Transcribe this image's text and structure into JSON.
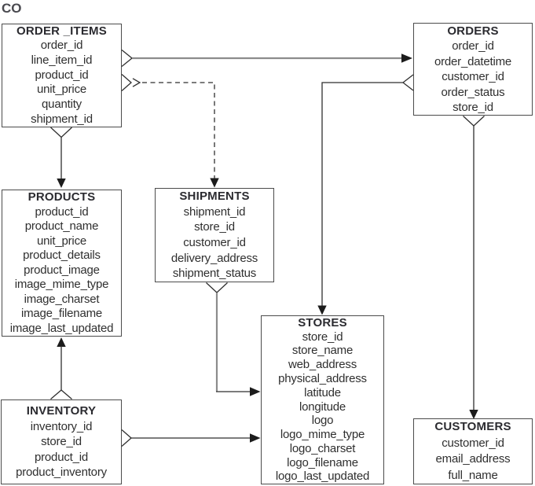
{
  "diagram": {
    "schema_label": "CO",
    "type": "entity-relationship-diagram"
  },
  "entities": [
    {
      "id": "order-items",
      "title": "ORDER _ITEMS",
      "fields": [
        "order_id",
        "line_item_id",
        "product_id",
        "unit_price",
        "quantity",
        "shipment_id"
      ]
    },
    {
      "id": "orders",
      "title": "ORDERS",
      "fields": [
        "order_id",
        "order_datetime",
        "customer_id",
        "order_status",
        "store_id"
      ]
    },
    {
      "id": "products",
      "title": "PRODUCTS",
      "fields": [
        "product_id",
        "product_name",
        "unit_price",
        "product_details",
        "product_image",
        "image_mime_type",
        "image_charset",
        "image_filename",
        "image_last_updated"
      ]
    },
    {
      "id": "shipments",
      "title": "SHIPMENTS",
      "fields": [
        "shipment_id",
        "store_id",
        "customer_id",
        "delivery_address",
        "shipment_status"
      ]
    },
    {
      "id": "stores",
      "title": "STORES",
      "fields": [
        "store_id",
        "store_name",
        "web_address",
        "physical_address",
        "latitude",
        "longitude",
        "logo",
        "logo_mime_type",
        "logo_charset",
        "logo_filename",
        "logo_last_updated"
      ]
    },
    {
      "id": "inventory",
      "title": "INVENTORY",
      "fields": [
        "inventory_id",
        "store_id",
        "product_id",
        "product_inventory"
      ]
    },
    {
      "id": "customers",
      "title": "CUSTOMERS",
      "fields": [
        "customer_id",
        "email_address",
        "full_name"
      ]
    }
  ],
  "relationships": [
    {
      "from": "ORDER _ITEMS",
      "to": "ORDERS",
      "line": "solid",
      "from_end": "crow-foot",
      "to_end": "arrow"
    },
    {
      "from": "ORDER _ITEMS",
      "to": "SHIPMENTS",
      "line": "dashed",
      "from_end": "crow-foot-open-arrow",
      "to_end": "arrow"
    },
    {
      "from": "ORDER _ITEMS",
      "to": "PRODUCTS",
      "line": "solid",
      "from_end": "crow-foot",
      "to_end": "arrow"
    },
    {
      "from": "ORDERS",
      "to": "STORES",
      "line": "solid",
      "from_end": "crow-foot",
      "to_end": "arrow"
    },
    {
      "from": "ORDERS",
      "to": "CUSTOMERS",
      "line": "solid",
      "from_end": "crow-foot",
      "to_end": "arrow"
    },
    {
      "from": "SHIPMENTS",
      "to": "STORES",
      "line": "solid",
      "from_end": "crow-foot",
      "to_end": "arrow"
    },
    {
      "from": "INVENTORY",
      "to": "PRODUCTS",
      "line": "solid",
      "from_end": "crow-foot",
      "to_end": "arrow"
    },
    {
      "from": "INVENTORY",
      "to": "STORES",
      "line": "solid",
      "from_end": "crow-foot",
      "to_end": "arrow"
    }
  ],
  "colors": {
    "background": "#ffffff",
    "box_border": "#4b4b4b",
    "title_text": "#2b2b30",
    "field_text": "#2f2f2f",
    "line_gray": "#8c8c8c",
    "line_dark": "#2f2f2f",
    "arrow_fill": "#1c1c1c"
  }
}
